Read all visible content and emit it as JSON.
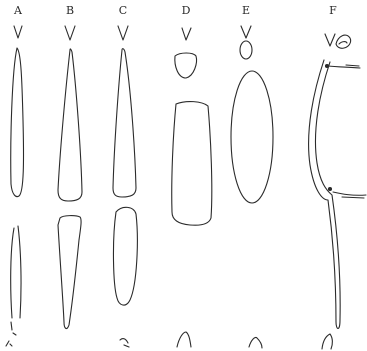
{
  "figure": {
    "panel_labels": [
      "A",
      "B",
      "C",
      "D",
      "E",
      "F"
    ],
    "ink_color": "#2b2b2b",
    "background_color": "#ffffff"
  }
}
